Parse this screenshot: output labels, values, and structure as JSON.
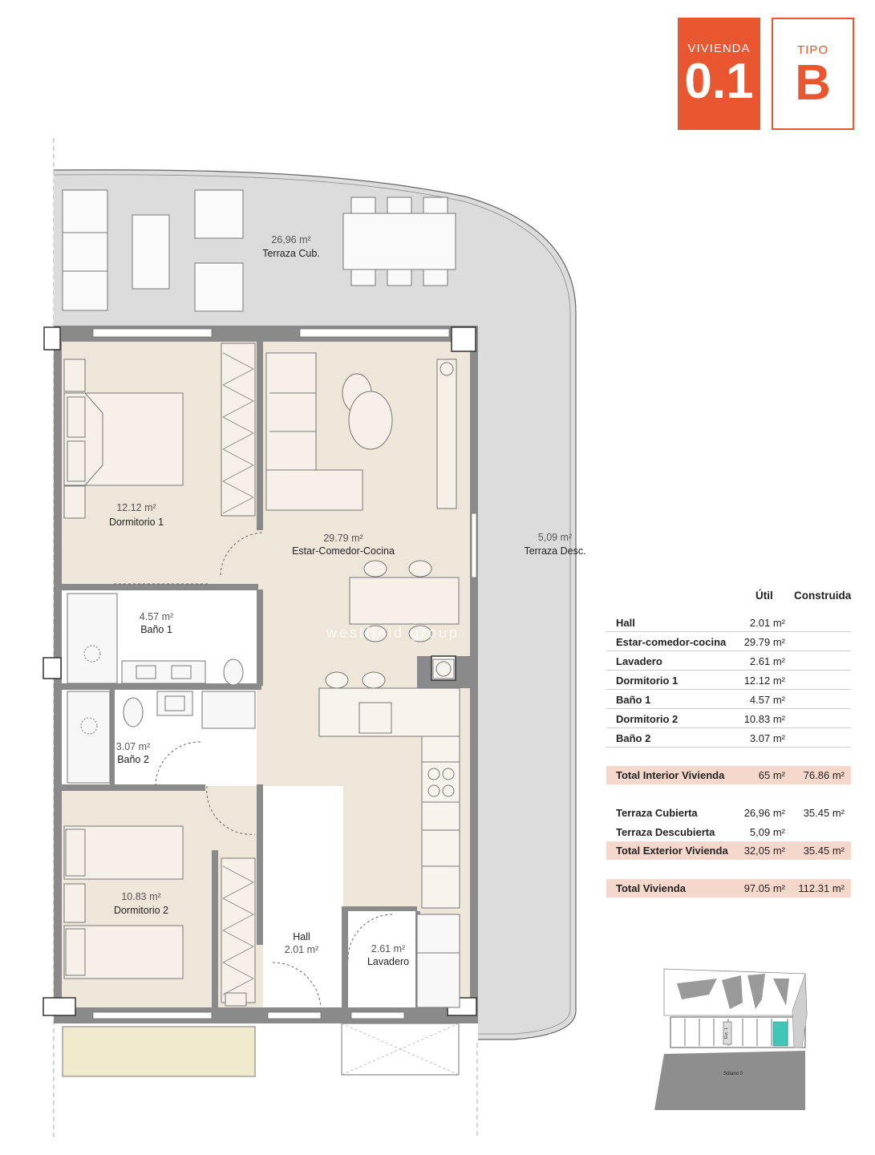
{
  "header": {
    "vivienda_label": "VIVIENDA",
    "vivienda_value": "0.1",
    "tipo_label": "TIPO",
    "tipo_value": "B"
  },
  "rooms": {
    "terraza_cub": {
      "area": "26,96 m²",
      "name": "Terraza Cub."
    },
    "dormitorio1": {
      "area": "12.12 m²",
      "name": "Dormitorio 1"
    },
    "estar": {
      "area": "29.79 m²",
      "name": "Estar-Comedor-Cocina"
    },
    "terraza_desc": {
      "area": "5,09 m²",
      "name": "Terraza Desc."
    },
    "bano1": {
      "area": "4.57 m²",
      "name": "Baño 1"
    },
    "bano2": {
      "area": "3.07 m²",
      "name": "Baño 2"
    },
    "dormitorio2": {
      "area": "10.83 m²",
      "name": "Dormitorio 2"
    },
    "hall": {
      "area": "2.01 m²",
      "name": "Hall"
    },
    "lavadero": {
      "area": "2.61 m²",
      "name": "Lavadero"
    }
  },
  "watermark": "westfield group",
  "table": {
    "col_util": "Útil",
    "col_construida": "Construida",
    "rows": [
      {
        "name": "Hall",
        "util": "2.01 m²",
        "construida": ""
      },
      {
        "name": "Estar-comedor-cocina",
        "util": "29.79 m²",
        "construida": ""
      },
      {
        "name": "Lavadero",
        "util": "2.61 m²",
        "construida": ""
      },
      {
        "name": "Dormitorio 1",
        "util": "12.12 m²",
        "construida": ""
      },
      {
        "name": "Baño 1",
        "util": "4.57 m²",
        "construida": ""
      },
      {
        "name": "Dormitorio 2",
        "util": "10.83 m²",
        "construida": ""
      },
      {
        "name": "Baño 2",
        "util": "3.07 m²",
        "construida": ""
      },
      {
        "name": "Total Interior Vivienda",
        "util": "65 m²",
        "construida": "76.86 m²"
      },
      {
        "name": "Terraza Cubierta",
        "util": "26,96 m²",
        "construida": "35.45 m²"
      },
      {
        "name": "Terraza Descubierta",
        "util": "5,09 m²",
        "construida": ""
      },
      {
        "name": "Total Exterior Vivienda",
        "util": "32,05 m²",
        "construida": "35.45 m²"
      },
      {
        "name": "Total Vivienda",
        "util": "97.05 m²",
        "construida": "112.31 m²"
      }
    ]
  },
  "keymap": {
    "esc_label": "Esc. 1",
    "sotano_label": "Sótano 0"
  },
  "colors": {
    "accent": "#e8572f",
    "terrace": "#dcdcdc",
    "room": "#efe6da",
    "wall": "#888888",
    "total_row": "#f6d7cc",
    "highlight": "#3fc6b6"
  }
}
